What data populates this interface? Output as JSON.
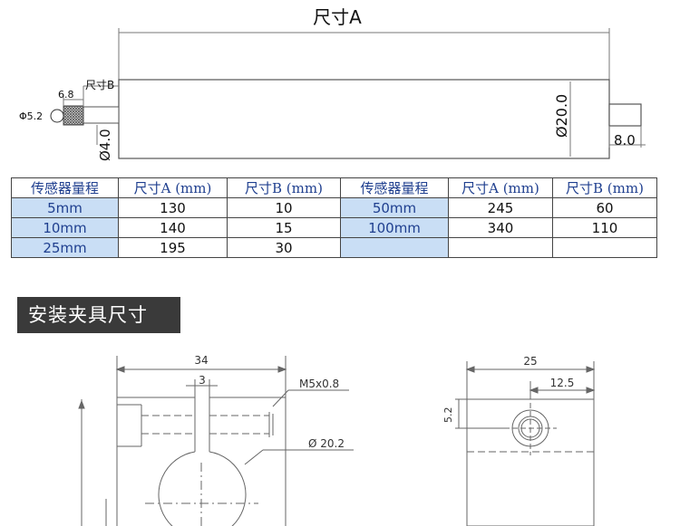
{
  "top_drawing": {
    "title": "尺寸A",
    "label_b": "尺寸B",
    "dim_6_8": "6.8",
    "phi_5_2": "Φ5.2",
    "dia_4_0": "Ø4.0",
    "dia_20_0": "Ø20.0",
    "dim_8_0": "8.0"
  },
  "spec_table": {
    "headers": [
      "传感器量程",
      "尺寸A (mm)",
      "尺寸B (mm)",
      "传感器量程",
      "尺寸A (mm)",
      "尺寸B (mm)"
    ],
    "rows": [
      [
        "5mm",
        "130",
        "10",
        "50mm",
        "245",
        "60"
      ],
      [
        "10mm",
        "140",
        "15",
        "100mm",
        "340",
        "110"
      ],
      [
        "25mm",
        "195",
        "30",
        "",
        "",
        ""
      ]
    ]
  },
  "section_banner": "安装夹具尺寸",
  "fixture_front": {
    "width": "34",
    "slot": "3",
    "screw": "M5x0.8",
    "bore": "Ø 20.2"
  },
  "fixture_side": {
    "width": "25",
    "half": "12.5",
    "height": "5.2"
  }
}
